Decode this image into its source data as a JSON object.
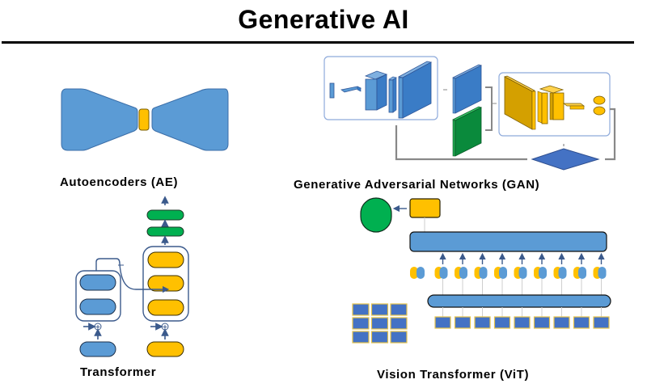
{
  "header": {
    "title": "Generative AI"
  },
  "sections": {
    "autoencoder": {
      "label": "Autoencoders (AE)"
    },
    "gan": {
      "label": "Generative Adversarial Networks (GAN)"
    },
    "transformer": {
      "label": "Transformer"
    },
    "vit": {
      "label": "Vision Transformer (ViT)"
    }
  },
  "colors": {
    "blue": "#5b9bd5",
    "dark_blue": "#4472c4",
    "mid_blue": "#3a7cc6",
    "yellow": "#ffc000",
    "dark_yellow": "#d4a000",
    "green": "#00b050",
    "dark_green": "#0a8a3c",
    "arrow": "#3b5a8c",
    "gray_line": "#888888",
    "frame": "#8eaadb"
  },
  "vit": {
    "token_count": 9,
    "patch_grid": "3x3"
  }
}
